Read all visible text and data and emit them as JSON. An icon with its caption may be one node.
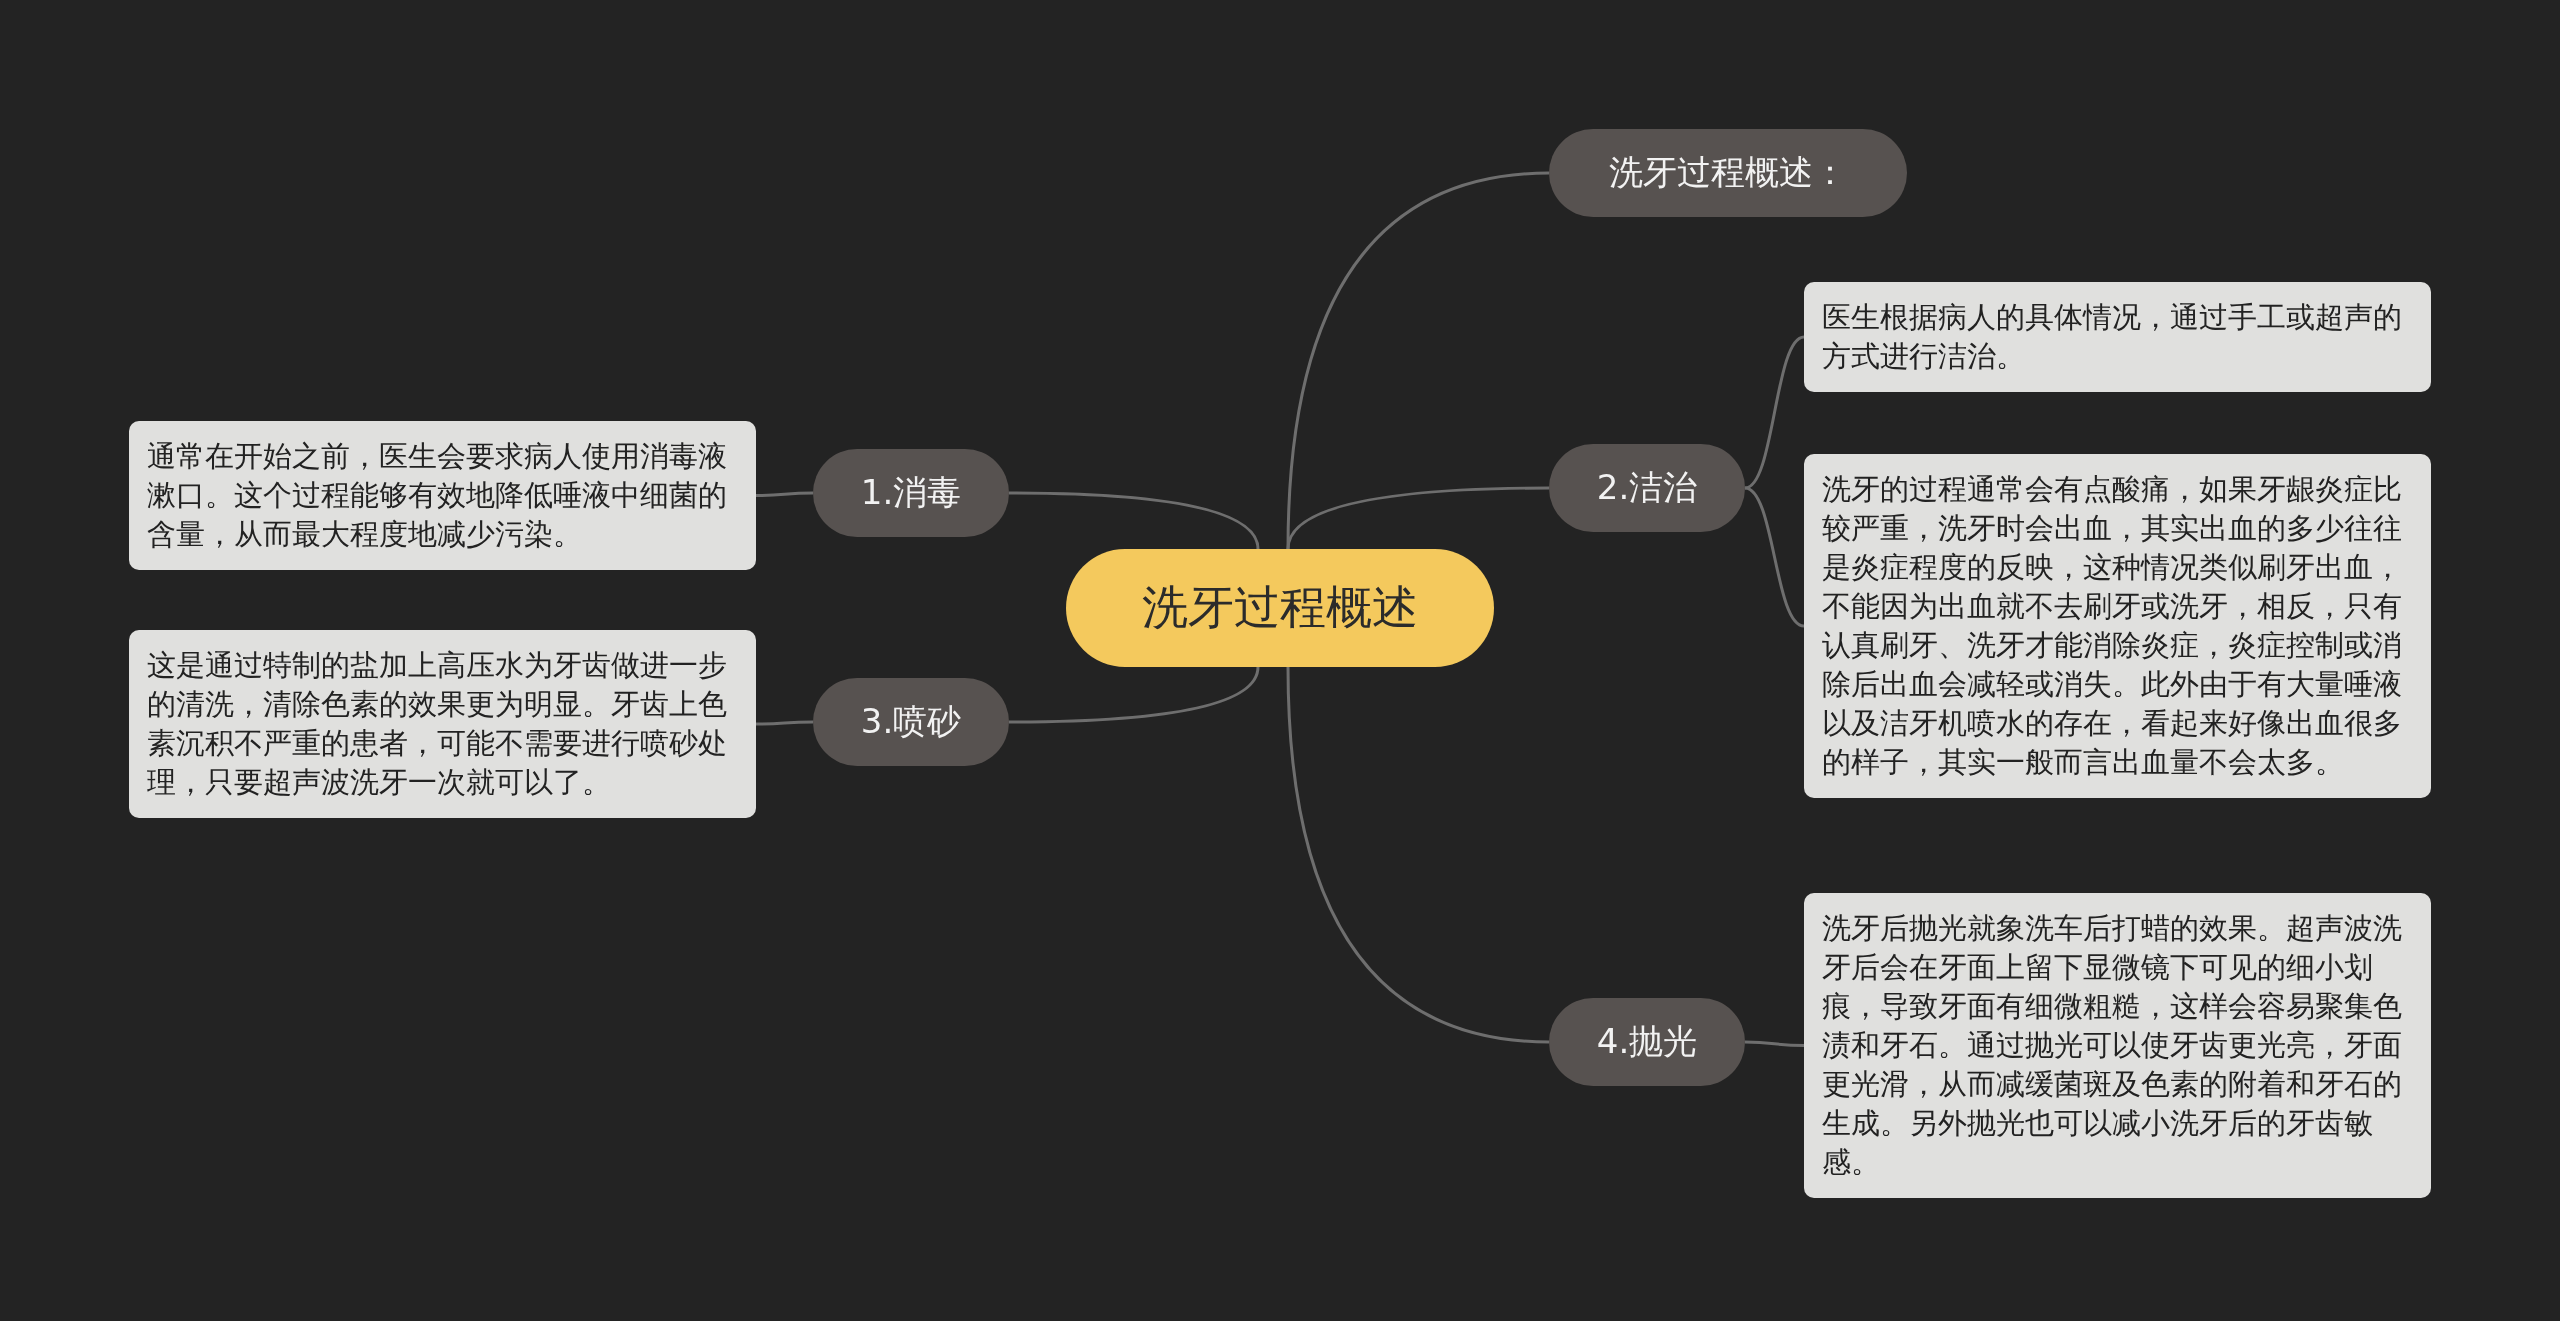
{
  "diagram": {
    "nodes": [
      {
        "text": [
          "洗牙过程概述"
        ]
      },
      {
        "text": [
          "洗牙过程概述："
        ]
      },
      {
        "text": [
          "1.消毒"
        ]
      },
      {
        "text": [
          "通常在开始之前，医生会要求病人使用消毒液漱口。这个过程能够有效地降低唾液中细菌的含量，从而最大程度地减少污染。"
        ]
      },
      {
        "text": [
          "2.洁治"
        ]
      },
      {
        "text": [
          "医生根据病人的具体情况，通过手工或超声的方式进行洁治。"
        ]
      },
      {
        "text": [
          "洗牙的过程通常会有点酸痛，如果牙龈炎症比较严重，洗牙时会出血，其实出血的多少往往是炎症程度的反映，这种情况类似刷牙出血，不能因为出血就不去刷牙或洗牙，相反，只有认真刷牙、洗牙才能消除炎症，炎症控制或消除后出血会减轻或消失。此外由于有大量唾液以及洁牙机喷水的存在，看起来好像出血很多的样子，其实一般而言出血量不会太多。"
        ]
      },
      {
        "text": [
          "3.喷砂"
        ]
      },
      {
        "text": [
          "这是通过特制的盐加上高压水为牙齿做进一步的清洗，清除色素的效果更为明显。牙齿上色素沉积不严重的患者，可能不需要进行喷砂处理，只要超声波洗牙一次就可以了。"
        ]
      },
      {
        "text": [
          "4.抛光"
        ]
      },
      {
        "text": [
          "洗牙后抛光就象洗车后打蜡的效果。超声波洗牙后会在牙面上留下显微镜下可见的细小划痕，导致牙面有细微粗糙，这样会容易聚集色渍和牙石。通过抛光可以使牙齿更光亮，牙面更光滑，从而减缓菌斑及色素的附着和牙石的生成。另外抛光也可以减小洗牙后的牙齿敏感。"
        ]
      }
    ],
    "edges": [
      {
        "from": 0,
        "to": 1,
        "arrow": "none"
      },
      {
        "from": 0,
        "to": 2,
        "arrow": "none"
      },
      {
        "from": 2,
        "to": 3,
        "arrow": "none"
      },
      {
        "from": 0,
        "to": 4,
        "arrow": "none"
      },
      {
        "from": 4,
        "to": 5,
        "arrow": "none"
      },
      {
        "from": 4,
        "to": 6,
        "arrow": "none"
      },
      {
        "from": 0,
        "to": 7,
        "arrow": "none"
      },
      {
        "from": 7,
        "to": 8,
        "arrow": "none"
      },
      {
        "from": 0,
        "to": 9,
        "arrow": "none"
      },
      {
        "from": 9,
        "to": 10,
        "arrow": "none"
      }
    ]
  }
}
